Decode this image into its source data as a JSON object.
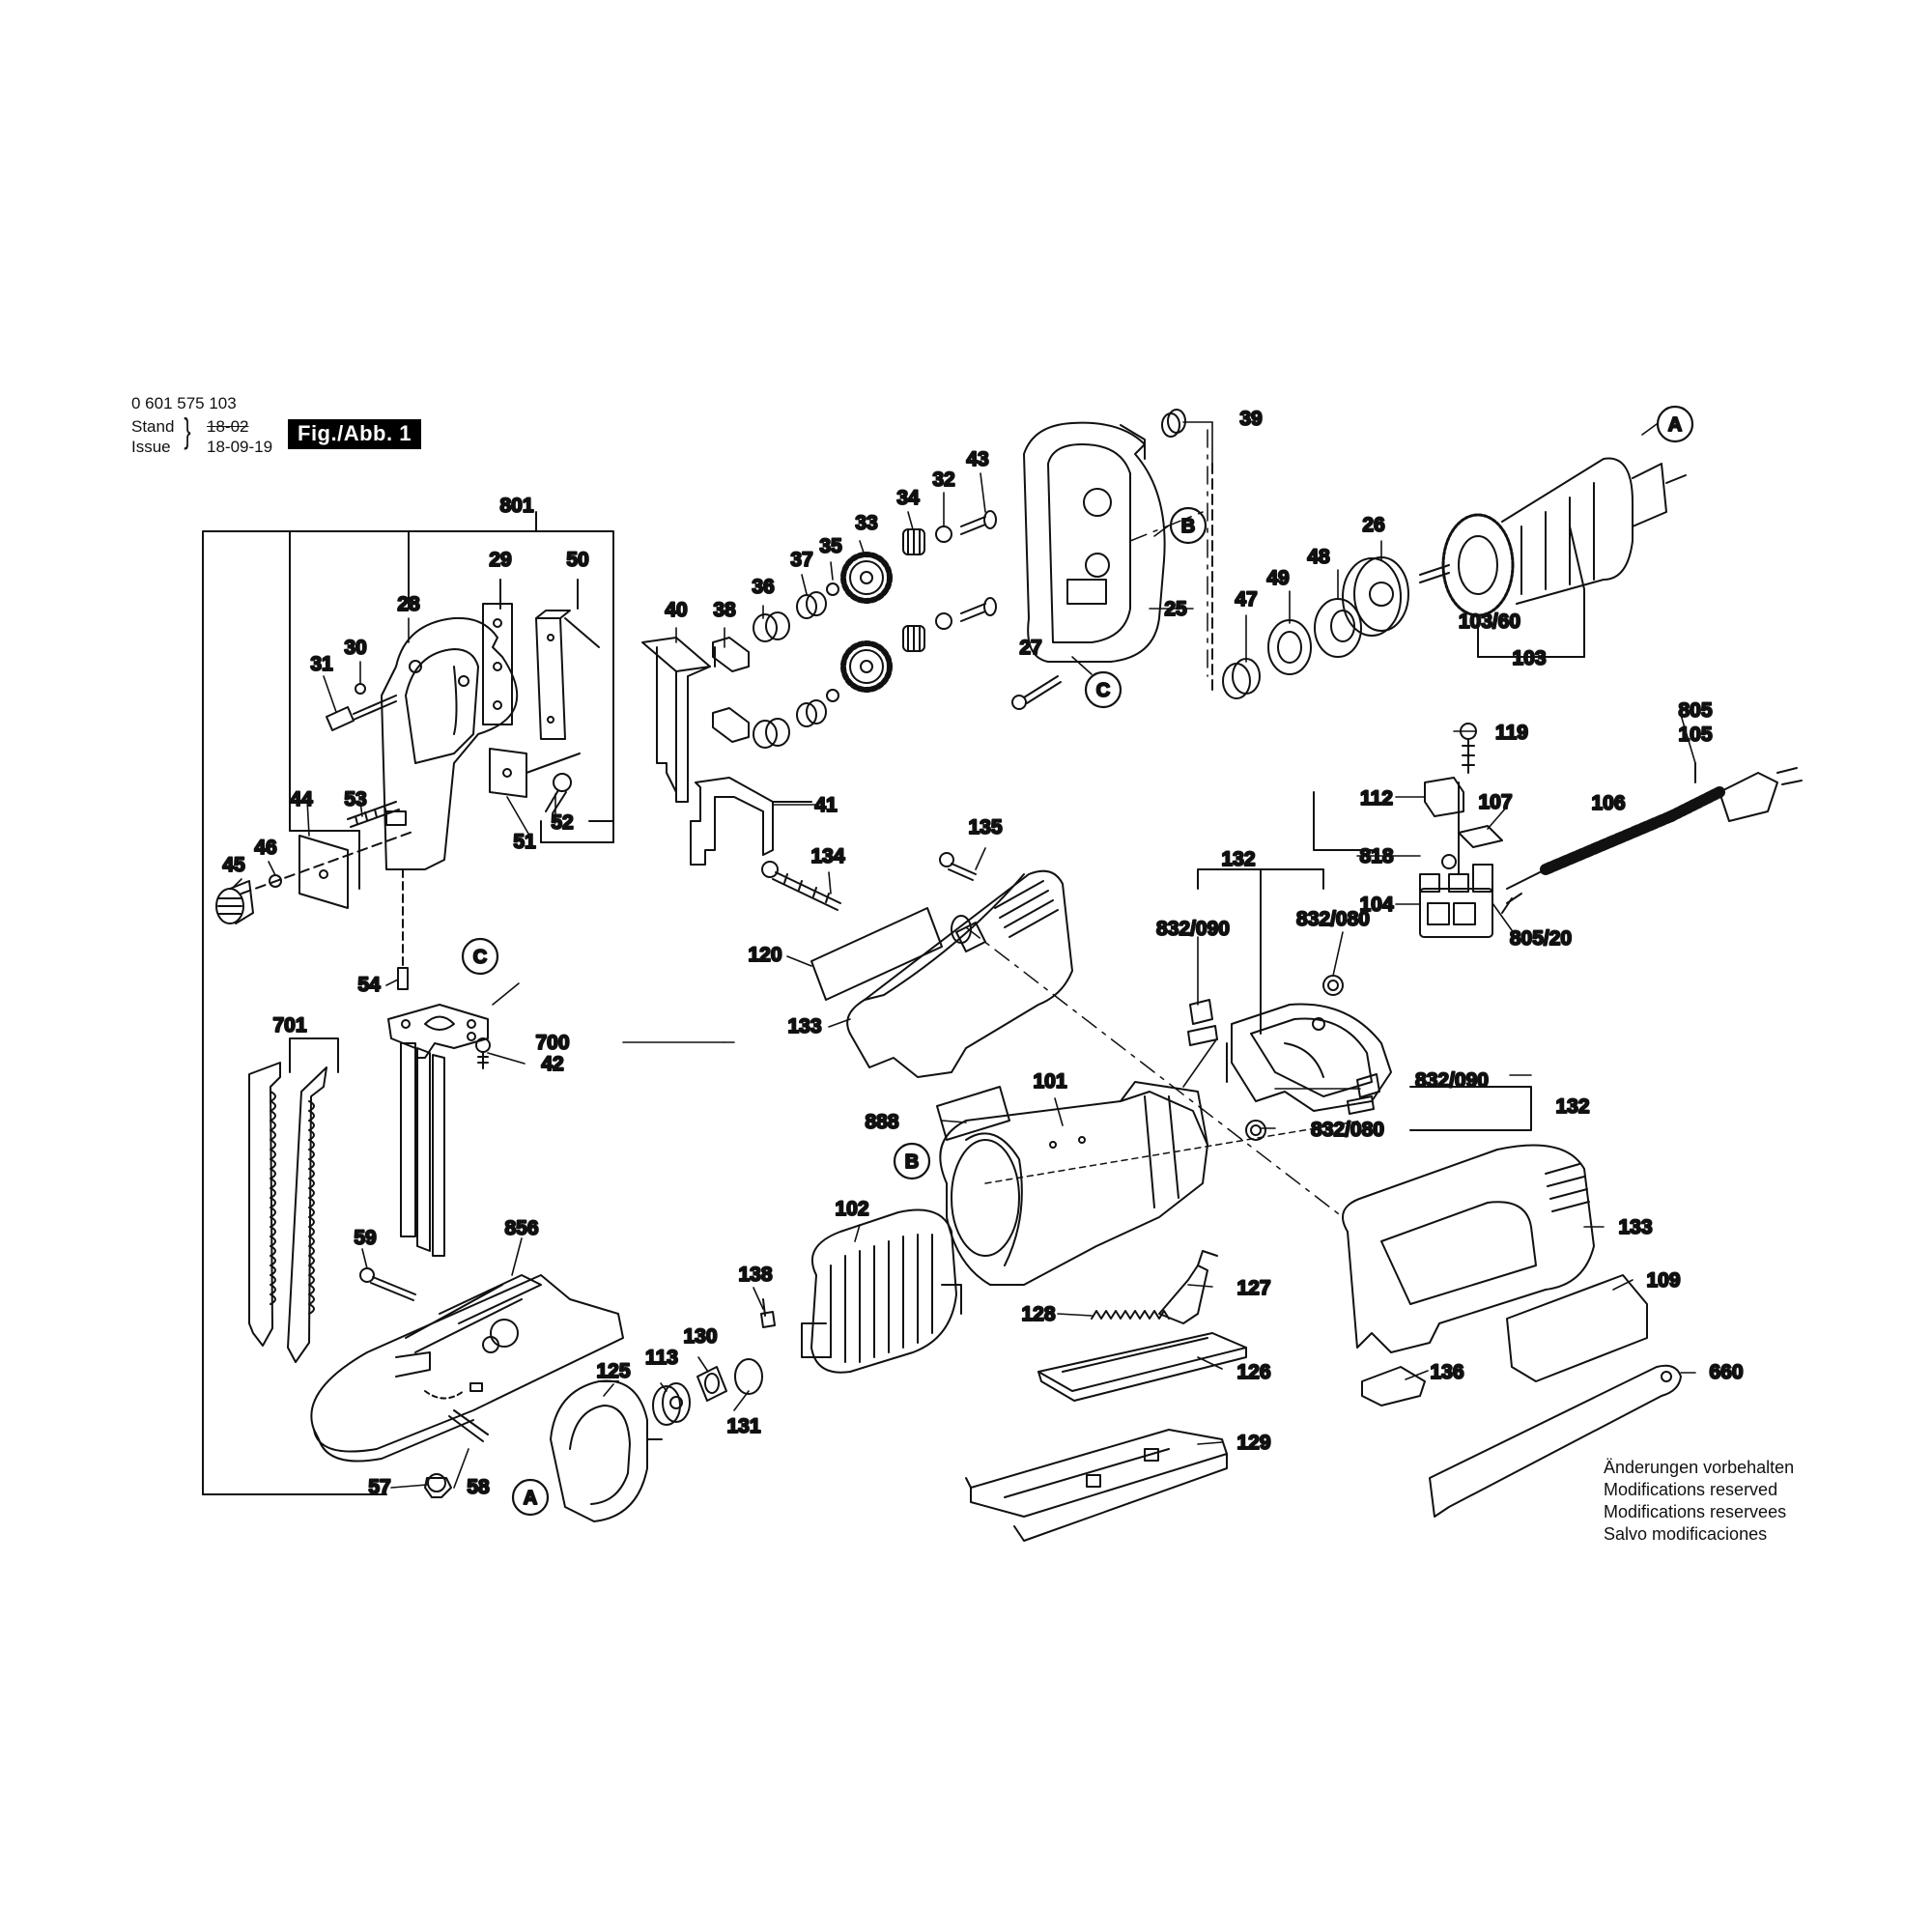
{
  "header": {
    "part_number": "0 601 575 103",
    "stand_label": "Stand",
    "issue_label": "Issue",
    "stand_old": "18-02",
    "issue_date": "18-09-19",
    "figure": "Fig./Abb. 1"
  },
  "notes": [
    "Änderungen vorbehalten",
    "Modifications reserved",
    "Modifications reservees",
    "Salvo modificaciones"
  ],
  "callouts": [
    {
      "id": "801",
      "label": "801"
    },
    {
      "id": "29",
      "label": "29"
    },
    {
      "id": "50",
      "label": "50"
    },
    {
      "id": "28",
      "label": "28"
    },
    {
      "id": "30",
      "label": "30"
    },
    {
      "id": "31",
      "label": "31"
    },
    {
      "id": "44",
      "label": "44"
    },
    {
      "id": "53",
      "label": "53"
    },
    {
      "id": "46",
      "label": "46"
    },
    {
      "id": "45",
      "label": "45"
    },
    {
      "id": "52",
      "label": "52"
    },
    {
      "id": "51",
      "label": "51"
    },
    {
      "id": "54",
      "label": "54"
    },
    {
      "id": "700",
      "label": "700"
    },
    {
      "id": "42",
      "label": "42"
    },
    {
      "id": "701",
      "label": "701"
    },
    {
      "id": "59",
      "label": "59"
    },
    {
      "id": "856",
      "label": "856"
    },
    {
      "id": "57",
      "label": "57"
    },
    {
      "id": "58",
      "label": "58"
    },
    {
      "id": "40",
      "label": "40"
    },
    {
      "id": "38",
      "label": "38"
    },
    {
      "id": "36",
      "label": "36"
    },
    {
      "id": "37",
      "label": "37"
    },
    {
      "id": "35",
      "label": "35"
    },
    {
      "id": "33",
      "label": "33"
    },
    {
      "id": "34",
      "label": "34"
    },
    {
      "id": "32",
      "label": "32"
    },
    {
      "id": "43",
      "label": "43"
    },
    {
      "id": "41",
      "label": "41"
    },
    {
      "id": "27",
      "label": "27"
    },
    {
      "id": "25",
      "label": "25"
    },
    {
      "id": "39",
      "label": "39"
    },
    {
      "id": "47",
      "label": "47"
    },
    {
      "id": "49",
      "label": "49"
    },
    {
      "id": "48",
      "label": "48"
    },
    {
      "id": "26",
      "label": "26"
    },
    {
      "id": "103-60",
      "label": "103/60"
    },
    {
      "id": "103",
      "label": "103"
    },
    {
      "id": "119",
      "label": "119"
    },
    {
      "id": "805",
      "label": "805"
    },
    {
      "id": "105",
      "label": "105"
    },
    {
      "id": "112",
      "label": "112"
    },
    {
      "id": "107",
      "label": "107"
    },
    {
      "id": "106",
      "label": "106"
    },
    {
      "id": "818",
      "label": "818"
    },
    {
      "id": "104",
      "label": "104"
    },
    {
      "id": "805-20",
      "label": "805/20"
    },
    {
      "id": "132-a",
      "label": "132"
    },
    {
      "id": "832-090-a",
      "label": "832/090"
    },
    {
      "id": "832-080-a",
      "label": "832/080"
    },
    {
      "id": "832-090-b",
      "label": "832/090"
    },
    {
      "id": "832-080-b",
      "label": "832/080"
    },
    {
      "id": "132-b",
      "label": "132"
    },
    {
      "id": "135",
      "label": "135"
    },
    {
      "id": "134",
      "label": "134"
    },
    {
      "id": "120",
      "label": "120"
    },
    {
      "id": "133-a",
      "label": "133"
    },
    {
      "id": "101",
      "label": "101"
    },
    {
      "id": "888",
      "label": "888"
    },
    {
      "id": "102",
      "label": "102"
    },
    {
      "id": "138",
      "label": "138"
    },
    {
      "id": "130",
      "label": "130"
    },
    {
      "id": "113",
      "label": "113"
    },
    {
      "id": "125",
      "label": "125"
    },
    {
      "id": "131",
      "label": "131"
    },
    {
      "id": "128",
      "label": "128"
    },
    {
      "id": "127",
      "label": "127"
    },
    {
      "id": "126",
      "label": "126"
    },
    {
      "id": "129",
      "label": "129"
    },
    {
      "id": "133-b",
      "label": "133"
    },
    {
      "id": "109",
      "label": "109"
    },
    {
      "id": "136",
      "label": "136"
    },
    {
      "id": "660",
      "label": "660"
    }
  ],
  "refs": [
    {
      "id": "A-armature",
      "label": "A"
    },
    {
      "id": "B-housing",
      "label": "B"
    },
    {
      "id": "C-housing",
      "label": "C"
    },
    {
      "id": "C-plate",
      "label": "C"
    },
    {
      "id": "B-motor",
      "label": "B"
    },
    {
      "id": "A-fan",
      "label": "A"
    }
  ]
}
